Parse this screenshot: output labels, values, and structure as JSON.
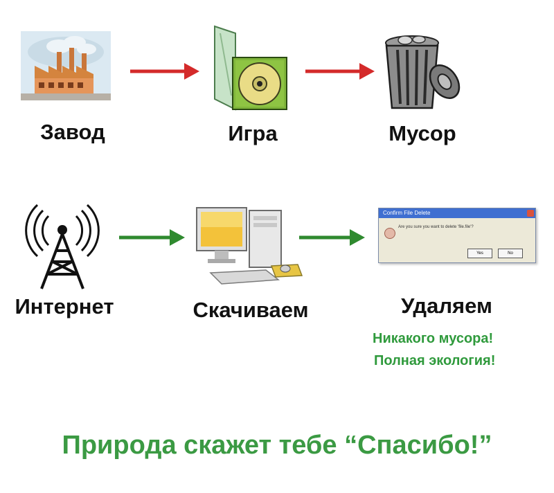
{
  "row1": {
    "labels": [
      "Завод",
      "Игра",
      "Мусор"
    ],
    "arrow_color": "#d42a2a",
    "icons": [
      "factory-icon",
      "game-disc-case-icon",
      "trash-bin-icon"
    ]
  },
  "row2": {
    "labels": [
      "Интернет",
      "Скачиваем",
      "Удаляем"
    ],
    "arrow_color": "#2f8a2f",
    "icons": [
      "radio-tower-icon",
      "computer-icon",
      "delete-dialog-icon"
    ],
    "dialog": {
      "title": "Confirm File Delete",
      "message": "Are you sure you want to delete 'file.file'?",
      "yes": "Yes",
      "no": "No"
    }
  },
  "notes": [
    "Никакого мусора!",
    "Полная экология!"
  ],
  "slogan": "Природа скажет тебе “Спасибо!”",
  "colors": {
    "note_green": "#2f9a3c",
    "slogan_green": "#3b9a43"
  }
}
